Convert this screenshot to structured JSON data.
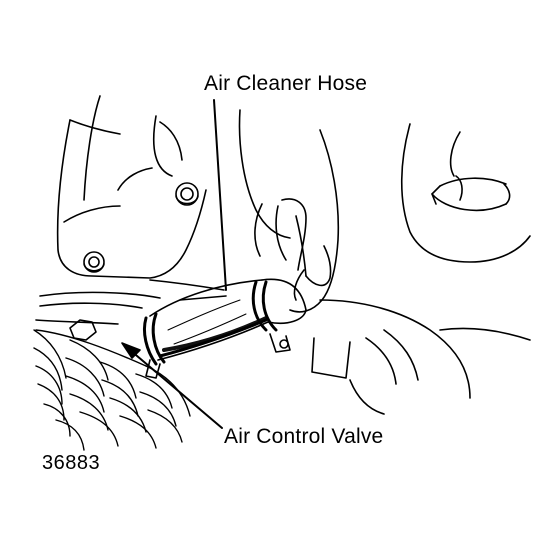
{
  "labels": {
    "air_cleaner_hose": "Air Cleaner Hose",
    "air_control_valve": "Air Control Valve"
  },
  "figure_number": "36883",
  "colors": {
    "ink": "#000000",
    "paper": "#ffffff"
  }
}
